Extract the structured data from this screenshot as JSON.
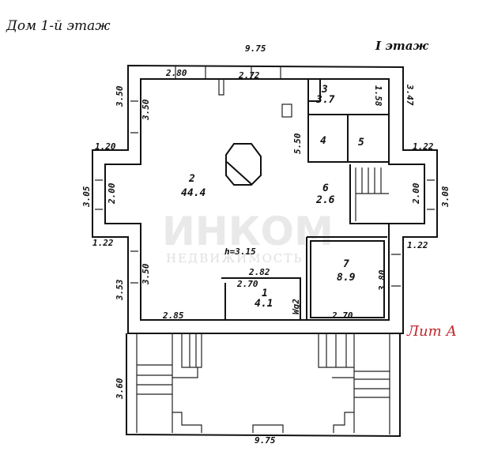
{
  "title": "Дом 1-й этаж",
  "floor_label": "I этаж",
  "stamp": "Лит А",
  "watermark": {
    "brand": "ИНКОМ",
    "subtitle": "НЕДВИЖИМОСТЬ"
  },
  "rooms": [
    {
      "number": "1",
      "area": "4.1"
    },
    {
      "number": "2",
      "area": "44.4"
    },
    {
      "number": "3",
      "area": "3.7"
    },
    {
      "number": "4"
    },
    {
      "number": "5"
    },
    {
      "number": "6",
      "area": "2.6"
    },
    {
      "number": "7",
      "area": "8.9"
    }
  ],
  "ceiling_height": "h=3.15",
  "closet_label": "Wg2",
  "dimensions": {
    "top_total": "9.75",
    "bottom_total": "9.75",
    "top_left": "2.80",
    "top_mid": "2.72",
    "left_upper_outer": "3.50",
    "left_upper_inner": "3.50",
    "room3_side": "1.58",
    "right_upper": "3.47",
    "hall_depth": "5.50",
    "left_step_top": "1.20",
    "right_step_top": "1.22",
    "left_bay_outer": "3.05",
    "left_bay_inner": "2.00",
    "right_bay_inner": "2.00",
    "right_bay_outer": "3.08",
    "left_step_bottom": "1.22",
    "right_step_bottom": "1.22",
    "room1_top": "2.82",
    "room1_inner": "2.70",
    "room7_side": "3.80",
    "left_lower_inner": "3.50",
    "left_lower_outer": "3.53",
    "bottom_left": "2.85",
    "room7_bottom": "2.70",
    "porch_depth": "3.60"
  }
}
